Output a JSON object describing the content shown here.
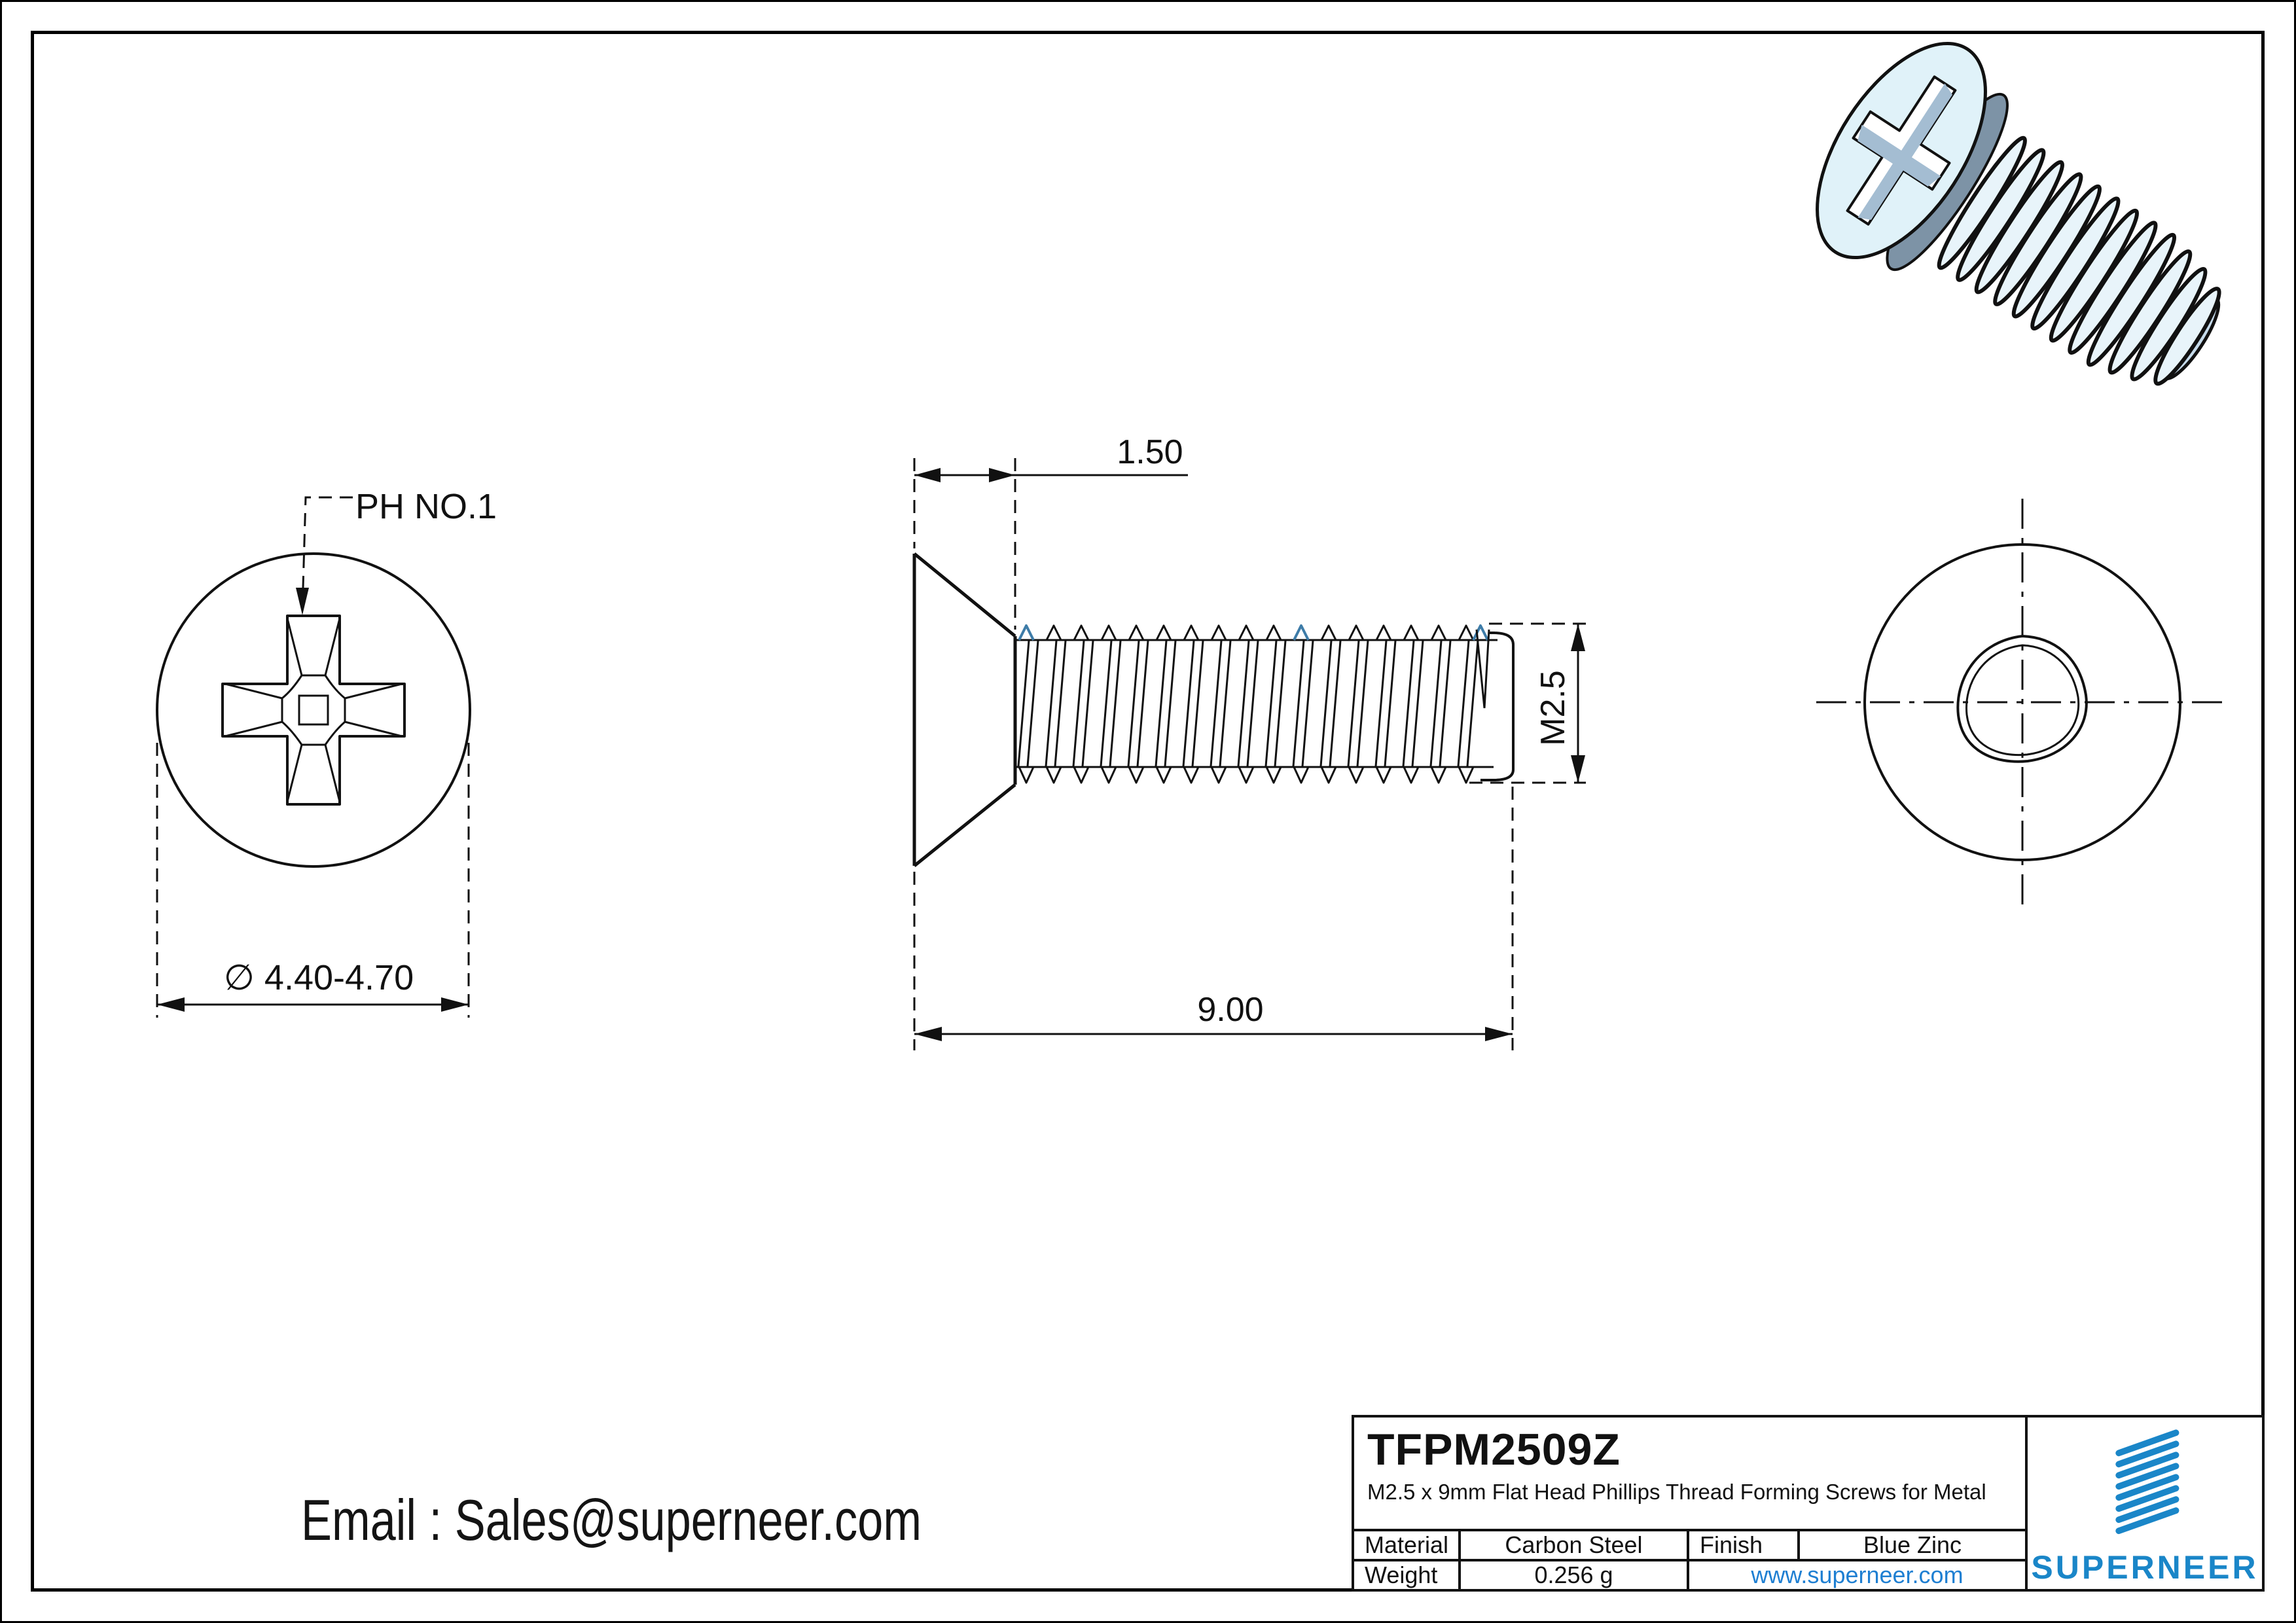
{
  "drawing": {
    "drive_label": "PH NO.1",
    "dim_head_dia": "∅ 4.40-4.70",
    "dim_head_height": "1.50",
    "dim_length": "9.00",
    "dim_thread": "M2.5",
    "colors": {
      "line": "#111111",
      "thread_mark_accent": "#3e7ca8",
      "iso_body_fill": "#e8f4fa",
      "iso_head_fill": "#e0f2f9",
      "iso_shadow": "#a4bdd2",
      "iso_collar": "#7d93a6",
      "iso_tip": "#c6dbeb"
    }
  },
  "contact": {
    "email_line": "Email : Sales@superneer.com"
  },
  "title_block": {
    "part_number": "TFPM2509Z",
    "description": "M2.5 x 9mm Flat Head Phillips Thread Forming Screws for Metal",
    "material_label": "Material",
    "material_value": "Carbon Steel",
    "finish_label": "Finish",
    "finish_value": "Blue Zinc",
    "weight_label": "Weight",
    "weight_value": "0.256 g",
    "website": "www.superneer.com",
    "brand_name": "SUPERNEER",
    "brand_color": "#1a86c8"
  }
}
